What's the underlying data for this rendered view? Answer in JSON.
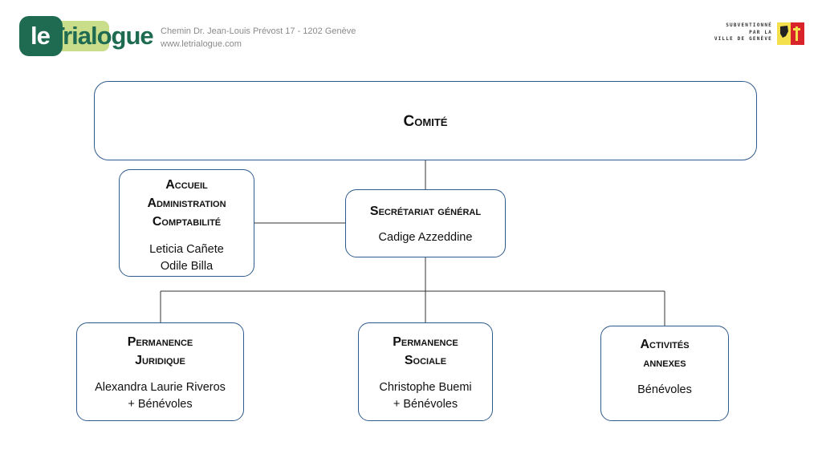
{
  "header": {
    "logo": {
      "part1": "le",
      "part2": "Trialogue"
    },
    "address_line1": "Chemin Dr. Jean-Louis Prévost 17 - 1202 Genève",
    "address_line2": "www.letrialogue.com",
    "subvention": {
      "line1": "SUBVENTIONNÉ",
      "line2": "PAR LA",
      "line3": "VILLE DE GENÈVE"
    }
  },
  "org": {
    "comite": {
      "title": "Comité"
    },
    "accueil": {
      "title_lines": [
        "Accueil",
        "Administration",
        "Comptabilité"
      ],
      "names": [
        "Leticia Cañete",
        "Odile Billa"
      ]
    },
    "secretariat": {
      "title": "Secrétariat général",
      "names": [
        "Cadige Azzeddine"
      ]
    },
    "juridique": {
      "title_lines": [
        "Permanence",
        "Juridique"
      ],
      "names": [
        "Alexandra Laurie Riveros",
        "+ Bénévoles"
      ]
    },
    "sociale": {
      "title_lines": [
        "Permanence",
        "Sociale"
      ],
      "names": [
        "Christophe Buemi",
        "+ Bénévoles"
      ]
    },
    "activites": {
      "title_lines": [
        "Activités",
        "annexes"
      ],
      "names": [
        "Bénévoles"
      ]
    }
  },
  "colors": {
    "box_border": "#2f5b8c",
    "connector": "#333333",
    "logo_dark": "#1e6b52",
    "logo_light": "#c9dd8a",
    "address_text": "#8a8a8a"
  }
}
